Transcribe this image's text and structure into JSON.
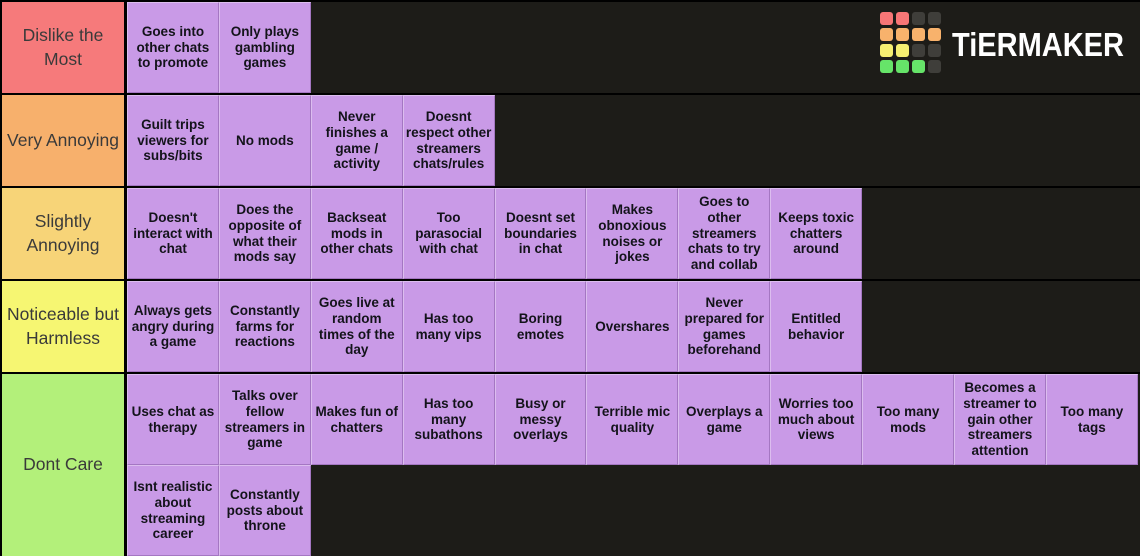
{
  "app": {
    "name": "TierMaker",
    "wordmark": "TiERMAKER",
    "logo_grid_colors": [
      [
        "#f87676",
        "#f87676",
        "#3f3e3a",
        "#3f3e3a"
      ],
      [
        "#f8b26c",
        "#f8b26c",
        "#f8b26c",
        "#f8b26c"
      ],
      [
        "#f6ef71",
        "#f6ef71",
        "#3f3e3a",
        "#3f3e3a"
      ],
      [
        "#66e469",
        "#66e469",
        "#66e469",
        "#3f3e3a"
      ]
    ]
  },
  "colors": {
    "background": "#1d1c18",
    "separator": "#000000",
    "item_background": "#c99ae7",
    "item_text": "#13131a",
    "label_text": "#3a3a3a"
  },
  "tiers": [
    {
      "label": "Dislike the Most",
      "color": "#f67a7b",
      "rows": 1,
      "items": [
        "Goes into other chats to promote",
        "Only plays gambling games"
      ]
    },
    {
      "label": "Very Annoying",
      "color": "#f7b06c",
      "rows": 1,
      "items": [
        "Guilt trips viewers for subs/bits",
        "No mods",
        "Never finishes a game / activity",
        "Doesnt respect other streamers chats/rules"
      ]
    },
    {
      "label": "Slightly Annoying",
      "color": "#f7d478",
      "rows": 1,
      "items": [
        "Doesn't interact with chat",
        "Does the opposite of what their mods say",
        "Backseat mods in other chats",
        "Too parasocial with chat",
        "Doesnt set boundaries in chat",
        "Makes obnoxious noises or jokes",
        "Goes to other streamers chats to try and collab",
        "Keeps toxic chatters around"
      ]
    },
    {
      "label": "Noticeable but Harmless",
      "color": "#f6f672",
      "rows": 1,
      "items": [
        "Always gets angry during a game",
        "Constantly farms for reactions",
        "Goes live at random times of the day",
        "Has too many vips",
        "Boring emotes",
        "Overshares",
        "Never prepared for games beforehand",
        "Entitled behavior"
      ]
    },
    {
      "label": "Dont Care",
      "color": "#b3f07a",
      "rows": 2,
      "items": [
        "Uses chat as therapy",
        "Talks over fellow streamers in game",
        "Makes fun of chatters",
        "Has too many subathons",
        "Busy or messy overlays",
        "Terrible mic quality",
        "Overplays a game",
        "Worries too much about views",
        "Too many mods",
        "Becomes a streamer to gain other streamers attention",
        "Too many tags",
        "Isnt realistic about streaming career",
        "Constantly posts about throne"
      ]
    }
  ]
}
